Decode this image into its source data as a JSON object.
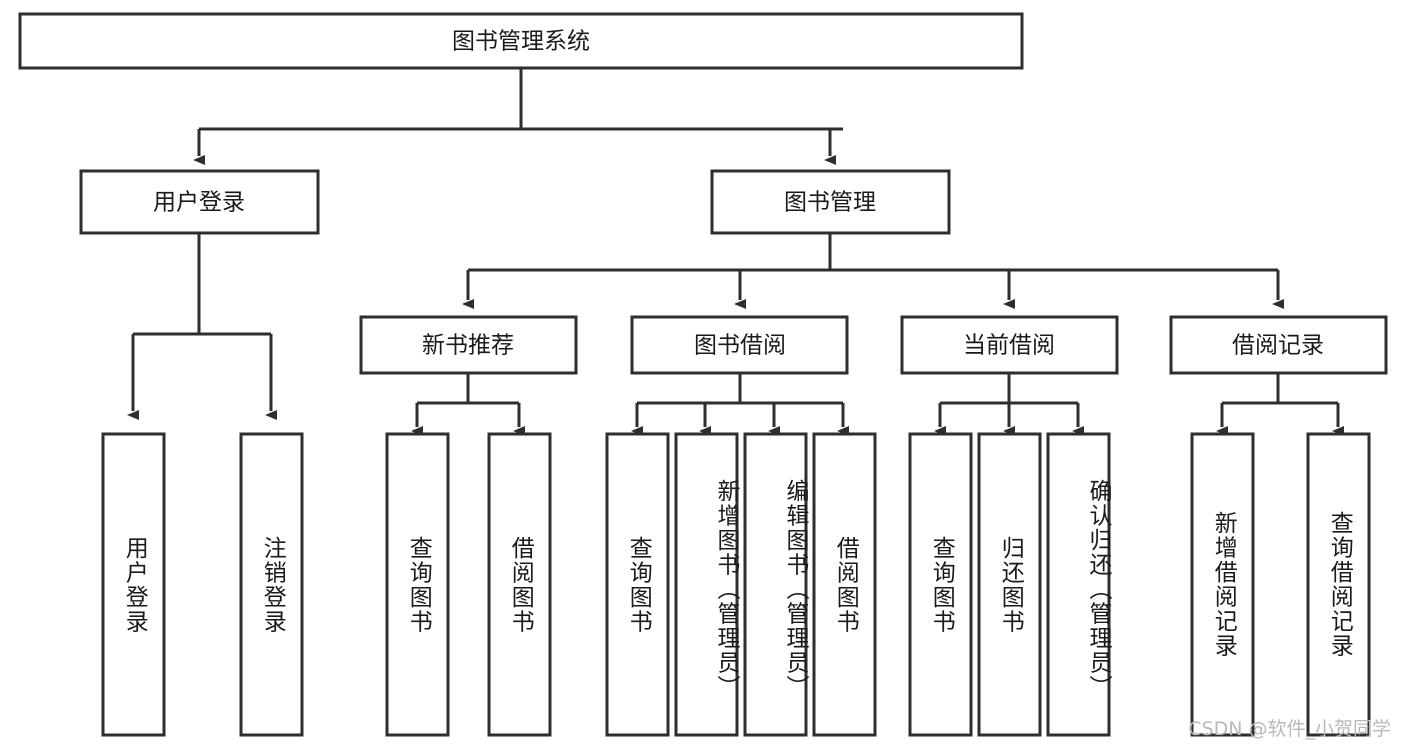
{
  "diagram": {
    "type": "hierarchy-tree",
    "title_node": {
      "id": "root",
      "label": "图书管理系统"
    },
    "levels": [
      {
        "level": 1,
        "nodes": [
          {
            "id": "root",
            "label": "图书管理系统",
            "orientation": "horizontal"
          }
        ]
      },
      {
        "level": 2,
        "nodes": [
          {
            "id": "login",
            "label": "用户登录",
            "orientation": "horizontal",
            "parent": "root"
          },
          {
            "id": "bookmgmt",
            "label": "图书管理",
            "orientation": "horizontal",
            "parent": "root"
          }
        ]
      },
      {
        "level": 3,
        "nodes": [
          {
            "id": "newbook",
            "label": "新书推荐",
            "orientation": "horizontal",
            "parent": "bookmgmt"
          },
          {
            "id": "borrow",
            "label": "图书借阅",
            "orientation": "horizontal",
            "parent": "bookmgmt"
          },
          {
            "id": "current",
            "label": "当前借阅",
            "orientation": "horizontal",
            "parent": "bookmgmt"
          },
          {
            "id": "records",
            "label": "借阅记录",
            "orientation": "horizontal",
            "parent": "bookmgmt"
          }
        ]
      },
      {
        "level": 4,
        "nodes": [
          {
            "id": "leaf-user-login",
            "label": "用户登录",
            "orientation": "vertical",
            "parent": "login"
          },
          {
            "id": "leaf-user-logout",
            "label": "注销登录",
            "orientation": "vertical",
            "parent": "login"
          },
          {
            "id": "leaf-query-book-1",
            "label": "查询图书",
            "orientation": "vertical",
            "parent": "newbook"
          },
          {
            "id": "leaf-borrow-book-1",
            "label": "借阅图书",
            "orientation": "vertical",
            "parent": "newbook"
          },
          {
            "id": "leaf-query-book-2",
            "label": "查询图书",
            "orientation": "vertical",
            "parent": "borrow"
          },
          {
            "id": "leaf-add-book",
            "label": "新增图书（管理员）",
            "orientation": "vertical",
            "parent": "borrow"
          },
          {
            "id": "leaf-edit-book",
            "label": "编辑图书（管理员）",
            "orientation": "vertical",
            "parent": "borrow"
          },
          {
            "id": "leaf-borrow-book-2",
            "label": "借阅图书",
            "orientation": "vertical",
            "parent": "borrow"
          },
          {
            "id": "leaf-query-book-3",
            "label": "查询图书",
            "orientation": "vertical",
            "parent": "current"
          },
          {
            "id": "leaf-return-book",
            "label": "归还图书",
            "orientation": "vertical",
            "parent": "current"
          },
          {
            "id": "leaf-confirm-return",
            "label": "确认归还（管理员）",
            "orientation": "vertical",
            "parent": "current"
          },
          {
            "id": "leaf-add-record",
            "label": "新增借阅记录",
            "orientation": "vertical",
            "parent": "records"
          },
          {
            "id": "leaf-query-record",
            "label": "查询借阅记录",
            "orientation": "vertical",
            "parent": "records"
          }
        ]
      }
    ],
    "colors": {
      "box_stroke": "#2e2e2e",
      "box_fill": "#ffffff",
      "connector": "#2e2e2e",
      "label_text": "#1a1a1a",
      "watermark_text": "#b9b9b9",
      "background": "#ffffff"
    }
  },
  "watermark": {
    "text": "CSDN @软件_小贺同学"
  }
}
